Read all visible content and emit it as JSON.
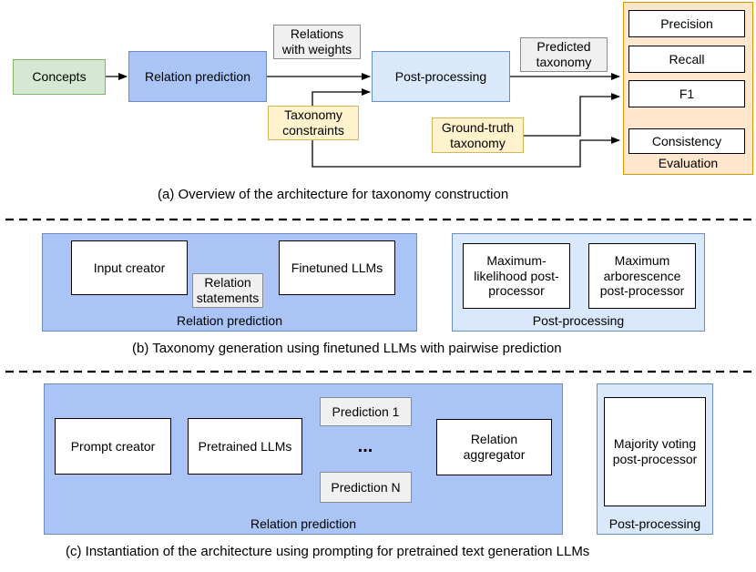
{
  "part_a": {
    "concepts": "Concepts",
    "relation_prediction": "Relation prediction",
    "relations_with_weights": [
      "Relations",
      "with weights"
    ],
    "post_processing": "Post-processing",
    "predicted_taxonomy": [
      "Predicted",
      "taxonomy"
    ],
    "taxonomy_constraints": [
      "Taxonomy",
      "constraints"
    ],
    "ground_truth_taxonomy": [
      "Ground-truth",
      "taxonomy"
    ],
    "precision": "Precision",
    "recall": "Recall",
    "f1": "F1",
    "consistency": "Consistency",
    "evaluation": "Evaluation",
    "caption": "(a) Overview of the architecture for taxonomy construction"
  },
  "part_b": {
    "input_creator": "Input creator",
    "relation_statements": [
      "Relation",
      "statements"
    ],
    "finetuned_llms": "Finetuned LLMs",
    "relation_prediction": "Relation prediction",
    "max_likelihood": [
      "Maximum-",
      "likelihood post-",
      "processor"
    ],
    "max_arborescence": [
      "Maximum",
      "arborescence",
      "post-processor"
    ],
    "post_processing": "Post-processing",
    "caption": "(b) Taxonomy generation using finetuned LLMs with pairwise prediction"
  },
  "part_c": {
    "prompt_creator": "Prompt creator",
    "pretrained_llms": "Pretrained LLMs",
    "prediction_1": "Prediction 1",
    "ellipsis": "...",
    "prediction_n": "Prediction N",
    "relation_aggregator": [
      "Relation",
      "aggregator"
    ],
    "relation_prediction": "Relation prediction",
    "majority_voting": [
      "Majority voting",
      "post-processor"
    ],
    "post_processing": "Post-processing",
    "caption": "(c) Instantiation of the architecture using prompting for pretrained text generation LLMs"
  },
  "colors": {
    "green": "#d5e8d4",
    "blue": "#a9c4f5",
    "light_blue": "#dae8fc",
    "yellow": "#fff2cc",
    "orange": "#ffe6cc",
    "grey": "#f0f0f0"
  }
}
